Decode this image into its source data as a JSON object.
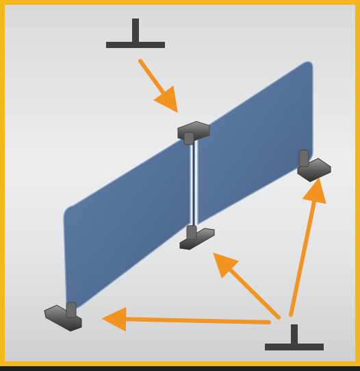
{
  "illustration": {
    "subject": "glass-panel-divider-with-connectors",
    "panel_count": 2,
    "connectors": [
      "top-center-t-connector",
      "left-foot",
      "center-foot",
      "right-foot"
    ],
    "symbols": [
      "t-symbol-top",
      "t-symbol-bottom"
    ],
    "arrow_count": 4
  },
  "colors": {
    "border": "#f5b81c",
    "background_top": "#d9dadb",
    "background_bottom": "#cfd0d1",
    "panel_fill": "#4c6a93",
    "panel_edge": "#7f9bbf",
    "arrow": "#f39321",
    "symbol": "#3d3f41",
    "connector": "#5b5b5b"
  }
}
